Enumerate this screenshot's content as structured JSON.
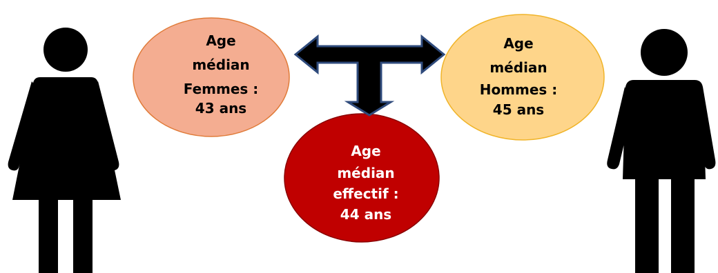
{
  "colors": {
    "figure": "#000000",
    "arrow_fill": "#000000",
    "arrow_stroke": "#2f4b7c",
    "women_fill": "#f4ad91",
    "women_stroke": "#e07b39",
    "men_fill": "#fed58a",
    "men_stroke": "#f0b429",
    "effective_fill": "#c00000",
    "effective_stroke": "#8a0000",
    "dark_text": "#000000",
    "light_text": "#ffffff"
  },
  "icons": {
    "left_figure": "woman-icon",
    "right_figure": "man-icon",
    "connector": "t-arrow-icon"
  },
  "women": {
    "line1": "Age",
    "line2": "médian",
    "line3": "Femmes :",
    "line4": "43 ans"
  },
  "men": {
    "line1": "Age",
    "line2": "médian",
    "line3": "Hommes :",
    "line4": "45 ans"
  },
  "effective": {
    "line1": "Age",
    "line2": "médian",
    "line3": "effectif :",
    "line4": "44 ans"
  }
}
